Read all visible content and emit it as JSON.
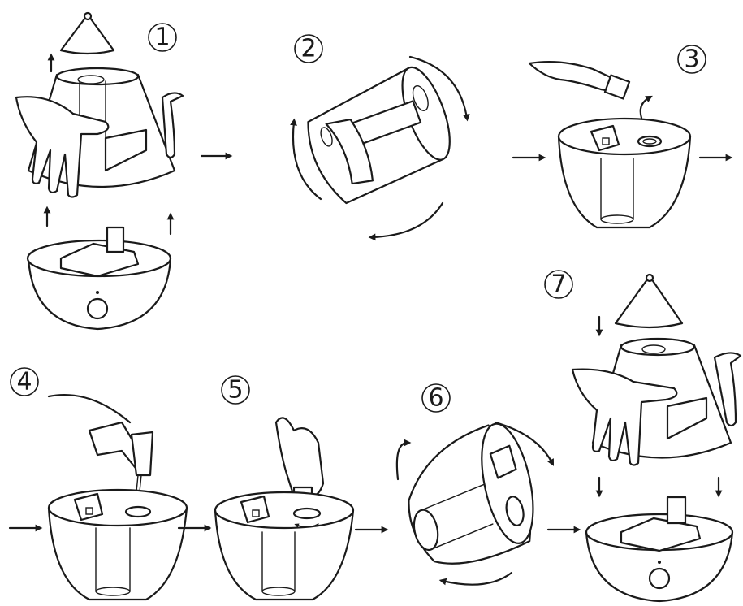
{
  "steps": [
    {
      "id": "step-1",
      "number": "1"
    },
    {
      "id": "step-2",
      "number": "2"
    },
    {
      "id": "step-3",
      "number": "3"
    },
    {
      "id": "step-4",
      "number": "4"
    },
    {
      "id": "step-5",
      "number": "5"
    },
    {
      "id": "step-6",
      "number": "6"
    },
    {
      "id": "step-7",
      "number": "7"
    }
  ],
  "colors": {
    "line": "#1a1a1a",
    "background": "#ffffff"
  }
}
